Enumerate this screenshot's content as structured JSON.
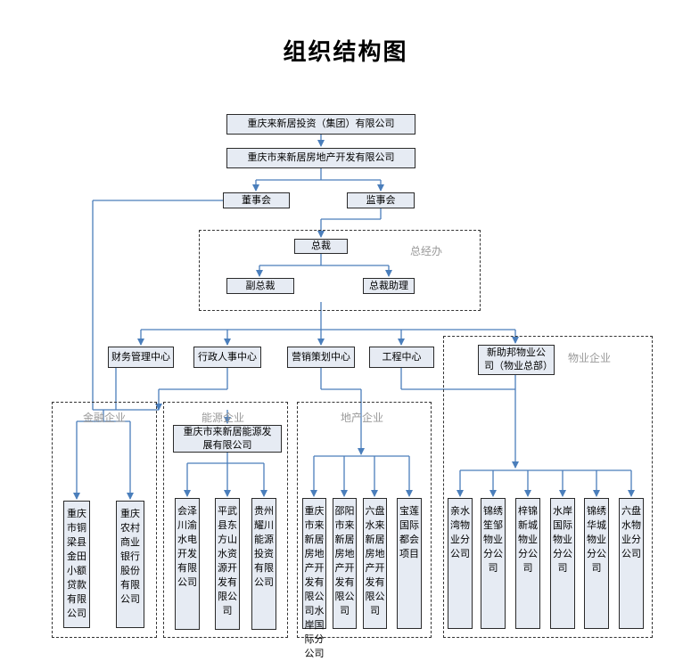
{
  "title": "组织结构图",
  "top": {
    "group_company": "重庆来新居投资（集团）有限公司",
    "realestate_dev": "重庆市来新居房地产开发有限公司",
    "board": "董事会",
    "supervisors": "监事会"
  },
  "exec_office": {
    "label": "总经办",
    "president": "总裁",
    "vice_president": "副总裁",
    "assistant": "总裁助理"
  },
  "centers": [
    "财务管理中心",
    "行政人事中心",
    "营销策划中心",
    "工程中心"
  ],
  "property": {
    "label": "物业企业",
    "hq": "新助邦物业公司（物业总部）",
    "companies": [
      "亲水湾物业分公司",
      "锦绣笙邹物业分公司",
      "梓锦新城物业分公司",
      "水岸国际物业分公司",
      "锦绣华城物业分公司",
      "六盘水物业分公司"
    ]
  },
  "finance": {
    "label": "金融企业",
    "companies": [
      "重庆市铜梁县金田小额贷款有限公司",
      "重庆农村商业银行股份有限公司"
    ]
  },
  "energy": {
    "label": "能源企业",
    "hq": "重庆市来新居能源发展有限公司",
    "companies": [
      "会泽川渝水电开发有限公司",
      "平武县东方山水资源开发有限公司",
      "贵州耀川能源投资有限公司"
    ]
  },
  "realestate": {
    "label": "地产企业",
    "companies": [
      "重庆市来新居房地产开发有限公司水岸国际分公司",
      "邵阳市来新居房地产开发有限公司",
      "六盘水来新居房地产开发有限公司",
      "宝莲国际都会项目"
    ]
  }
}
